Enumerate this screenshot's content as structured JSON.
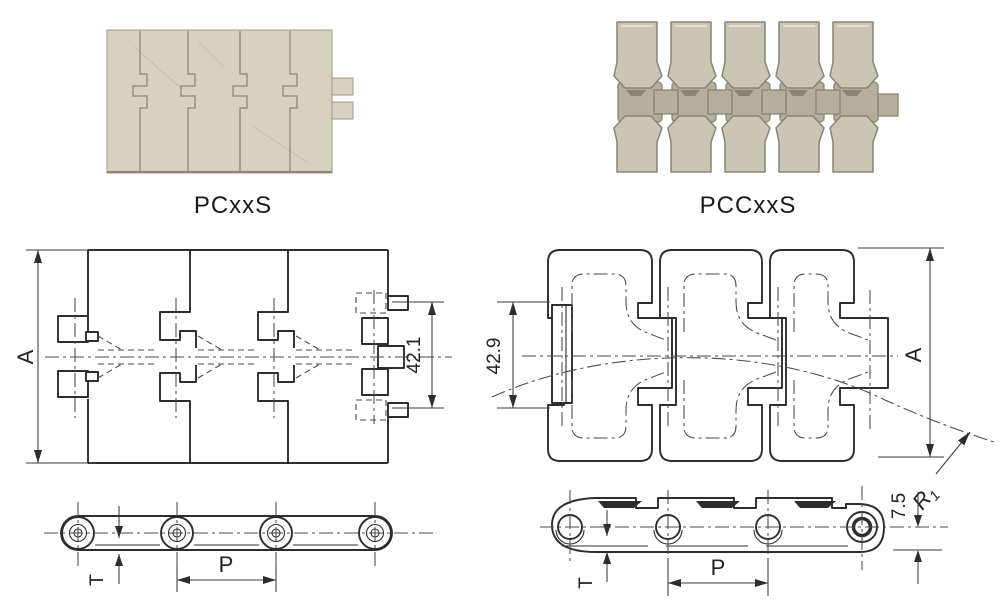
{
  "page": {
    "background": "#ffffff"
  },
  "colors": {
    "drawing_line": "#2d2d2d",
    "dimension_line": "#3a3a3a",
    "centerline": "#4a4a4a",
    "label_text": "#1a1a1a",
    "photo_straight_body": "#d7d1c1",
    "photo_straight_seam": "#8f8775",
    "photo_flex_body": "#cbc5b5",
    "photo_flex_shadow": "#b4ae9e",
    "photo_flex_edge": "#8a8474"
  },
  "products": [
    {
      "label": "PCxxS"
    },
    {
      "label": "PCCxxS"
    }
  ],
  "drawings": {
    "left_top": {
      "overall_width": "A",
      "hinge_width": "42.1"
    },
    "left_side": {
      "thickness": "T",
      "pitch": "P"
    },
    "right_top": {
      "hinge_width": "42.9",
      "overall_width": "A",
      "radius_symbol": "R",
      "radius_subscript": "1"
    },
    "right_side": {
      "thickness": "T",
      "pitch": "P",
      "edge_offset": "7.5"
    }
  }
}
